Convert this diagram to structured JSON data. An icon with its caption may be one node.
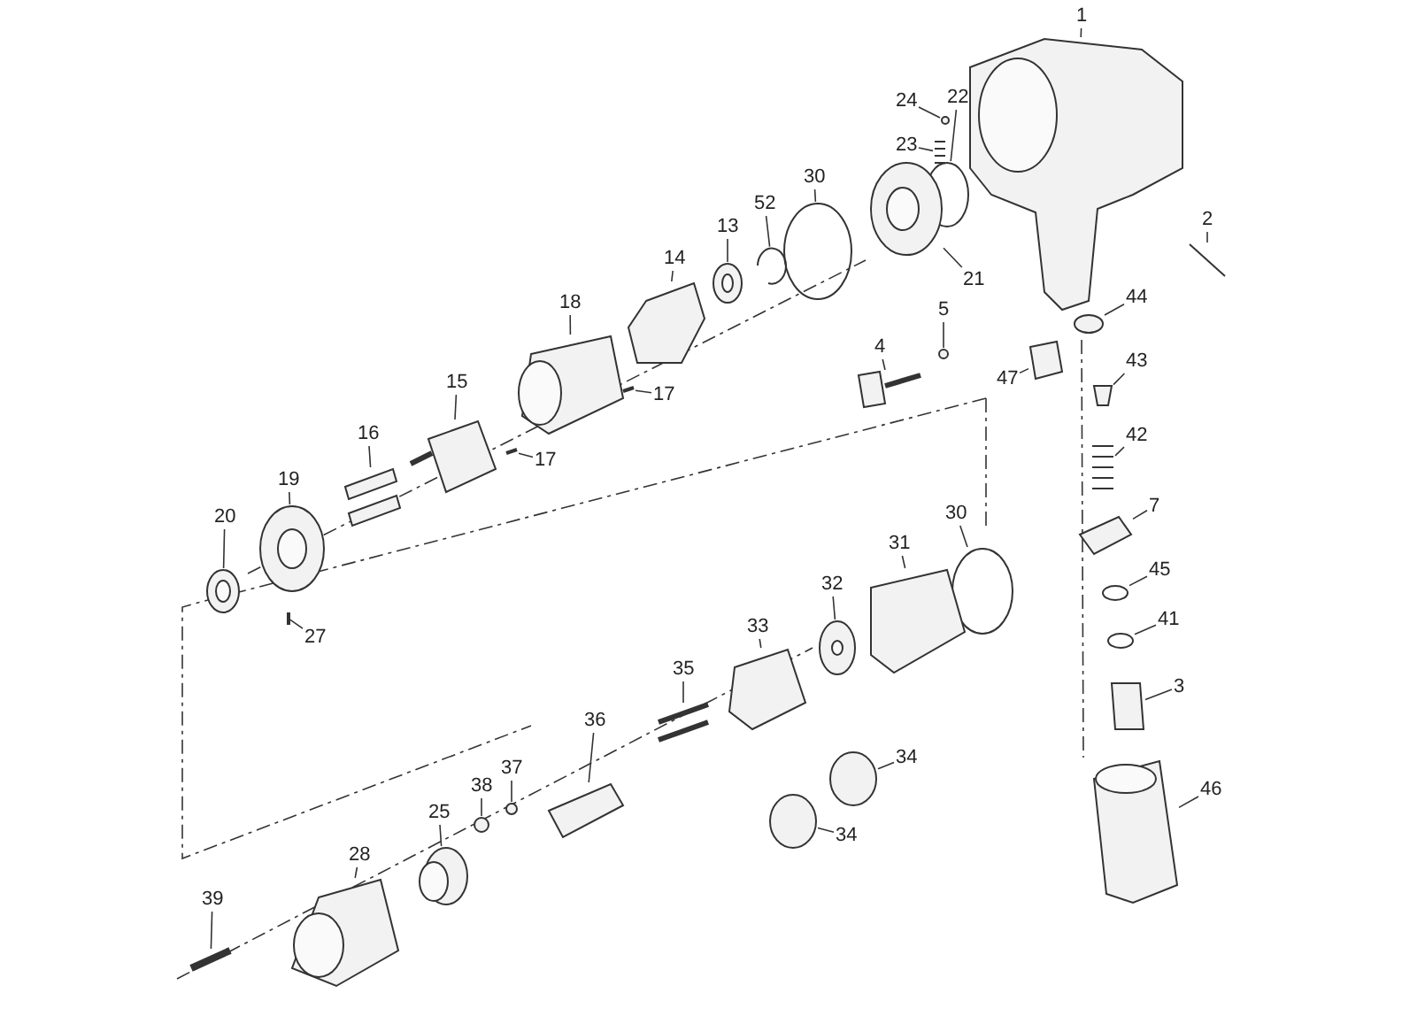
{
  "diagram": {
    "nodes": [
      {
        "text": [
          "1"
        ]
      },
      {
        "text": [
          "24"
        ]
      },
      {
        "text": [
          "22"
        ]
      },
      {
        "text": [
          "23"
        ]
      },
      {
        "text": [
          "30"
        ]
      },
      {
        "text": [
          "52"
        ]
      },
      {
        "text": [
          "13"
        ]
      },
      {
        "text": [
          "21"
        ]
      },
      {
        "text": [
          "2"
        ]
      },
      {
        "text": [
          "14"
        ]
      },
      {
        "text": [
          "5"
        ]
      },
      {
        "text": [
          "44"
        ]
      },
      {
        "text": [
          "18"
        ]
      },
      {
        "text": [
          "4"
        ]
      },
      {
        "text": [
          "47"
        ]
      },
      {
        "text": [
          "43"
        ]
      },
      {
        "text": [
          "15"
        ]
      },
      {
        "text": [
          "17"
        ]
      },
      {
        "text": [
          "16"
        ]
      },
      {
        "text": [
          "17"
        ]
      },
      {
        "text": [
          "42"
        ]
      },
      {
        "text": [
          "19"
        ]
      },
      {
        "text": [
          "7"
        ]
      },
      {
        "text": [
          "30"
        ]
      },
      {
        "text": [
          "31"
        ]
      },
      {
        "text": [
          "20"
        ]
      },
      {
        "text": [
          "32"
        ]
      },
      {
        "text": [
          "45"
        ]
      },
      {
        "text": [
          "27"
        ]
      },
      {
        "text": [
          "33"
        ]
      },
      {
        "text": [
          "41"
        ]
      },
      {
        "text": [
          "3"
        ]
      },
      {
        "text": [
          "35"
        ]
      },
      {
        "text": [
          "36"
        ]
      },
      {
        "text": [
          "34"
        ]
      },
      {
        "text": [
          "37"
        ]
      },
      {
        "text": [
          "38"
        ]
      },
      {
        "text": [
          "34"
        ]
      },
      {
        "text": [
          "25"
        ]
      },
      {
        "text": [
          "46"
        ]
      },
      {
        "text": [
          "28"
        ]
      },
      {
        "text": [
          "39"
        ]
      },
      {
        "text": [],
        "shape": "picture"
      },
      {
        "text": [],
        "shape": "circle"
      },
      {
        "text": [],
        "shape": "circle"
      },
      {
        "text": [],
        "shape": "picture"
      },
      {
        "text": [],
        "shape": "circle"
      },
      {
        "text": [],
        "shape": "picture"
      },
      {
        "text": [],
        "shape": "picture"
      },
      {
        "text": [],
        "shape": "picture"
      },
      {
        "text": [],
        "shape": "picture"
      },
      {
        "text": [],
        "shape": "picture"
      },
      {
        "text": [],
        "shape": "circle"
      },
      {
        "text": [],
        "shape": "circle"
      },
      {
        "text": [],
        "shape": "picture"
      },
      {
        "text": [],
        "shape": "picture"
      },
      {
        "text": [],
        "shape": "picture"
      },
      {
        "text": [],
        "shape": "box"
      },
      {
        "text": [],
        "shape": "picture"
      },
      {
        "text": [],
        "shape": "picture"
      },
      {
        "text": [],
        "shape": "picture"
      },
      {
        "text": [],
        "shape": "picture"
      },
      {
        "text": [],
        "shape": "picture"
      },
      {
        "text": [],
        "shape": "picture"
      },
      {
        "text": [],
        "shape": "picture"
      },
      {
        "text": [],
        "shape": "circle"
      },
      {
        "text": [],
        "shape": "picture"
      },
      {
        "text": [],
        "shape": "picture"
      },
      {
        "text": [],
        "shape": "picture"
      },
      {
        "text": [],
        "shape": "circle"
      },
      {
        "text": [],
        "shape": "picture"
      },
      {
        "text": [],
        "shape": "picture"
      },
      {
        "text": [],
        "shape": "circle"
      },
      {
        "text": [],
        "shape": "box"
      },
      {
        "text": [],
        "shape": "picture"
      },
      {
        "text": [],
        "shape": "picture"
      },
      {
        "text": [],
        "shape": "circle"
      },
      {
        "text": [],
        "shape": "circle"
      },
      {
        "text": [],
        "shape": "circle"
      },
      {
        "text": [],
        "shape": "circle"
      },
      {
        "text": [],
        "shape": "picture"
      },
      {
        "text": [],
        "shape": "picture"
      },
      {
        "text": [],
        "shape": "picture"
      },
      {
        "text": [],
        "shape": "picture"
      }
    ],
    "edges": [
      {
        "from": 0,
        "to": 42,
        "arrow": "none"
      },
      {
        "from": 1,
        "to": 43,
        "arrow": "none"
      },
      {
        "from": 2,
        "to": 44,
        "arrow": "none"
      },
      {
        "from": 3,
        "to": 45,
        "arrow": "none"
      },
      {
        "from": 4,
        "to": 46,
        "arrow": "none"
      },
      {
        "from": 5,
        "to": 47,
        "arrow": "none"
      },
      {
        "from": 6,
        "to": 48,
        "arrow": "none"
      },
      {
        "from": 7,
        "to": 49,
        "arrow": "none"
      },
      {
        "from": 8,
        "to": 50,
        "arrow": "none"
      },
      {
        "from": 9,
        "to": 51,
        "arrow": "none"
      },
      {
        "from": 10,
        "to": 52,
        "arrow": "none"
      },
      {
        "from": 11,
        "to": 53,
        "arrow": "none"
      },
      {
        "from": 12,
        "to": 54,
        "arrow": "none"
      },
      {
        "from": 13,
        "to": 55,
        "arrow": "none"
      },
      {
        "from": 14,
        "to": 56,
        "arrow": "none"
      },
      {
        "from": 15,
        "to": 57,
        "arrow": "none"
      },
      {
        "from": 16,
        "to": 58,
        "arrow": "none"
      },
      {
        "from": 17,
        "to": 59,
        "arrow": "none"
      },
      {
        "from": 18,
        "to": 60,
        "arrow": "none"
      },
      {
        "from": 19,
        "to": 61,
        "arrow": "none"
      },
      {
        "from": 20,
        "to": 62,
        "arrow": "none"
      },
      {
        "from": 21,
        "to": 63,
        "arrow": "none"
      },
      {
        "from": 22,
        "to": 64,
        "arrow": "none"
      },
      {
        "from": 23,
        "to": 65,
        "arrow": "none"
      },
      {
        "from": 24,
        "to": 66,
        "arrow": "none"
      },
      {
        "from": 25,
        "to": 67,
        "arrow": "none"
      },
      {
        "from": 26,
        "to": 68,
        "arrow": "none"
      },
      {
        "from": 27,
        "to": 69,
        "arrow": "none"
      },
      {
        "from": 28,
        "to": 70,
        "arrow": "none"
      },
      {
        "from": 29,
        "to": 71,
        "arrow": "none"
      },
      {
        "from": 30,
        "to": 72,
        "arrow": "none"
      },
      {
        "from": 31,
        "to": 73,
        "arrow": "none"
      },
      {
        "from": 32,
        "to": 74,
        "arrow": "none"
      },
      {
        "from": 33,
        "to": 75,
        "arrow": "none"
      },
      {
        "from": 34,
        "to": 76,
        "arrow": "none"
      },
      {
        "from": 35,
        "to": 77,
        "arrow": "none"
      },
      {
        "from": 36,
        "to": 78,
        "arrow": "none"
      },
      {
        "from": 37,
        "to": 79,
        "arrow": "none"
      },
      {
        "from": 38,
        "to": 80,
        "arrow": "none"
      },
      {
        "from": 39,
        "to": 81,
        "arrow": "none"
      },
      {
        "from": 40,
        "to": 82,
        "arrow": "none"
      },
      {
        "from": 41,
        "to": 83,
        "arrow": "none"
      }
    ]
  }
}
